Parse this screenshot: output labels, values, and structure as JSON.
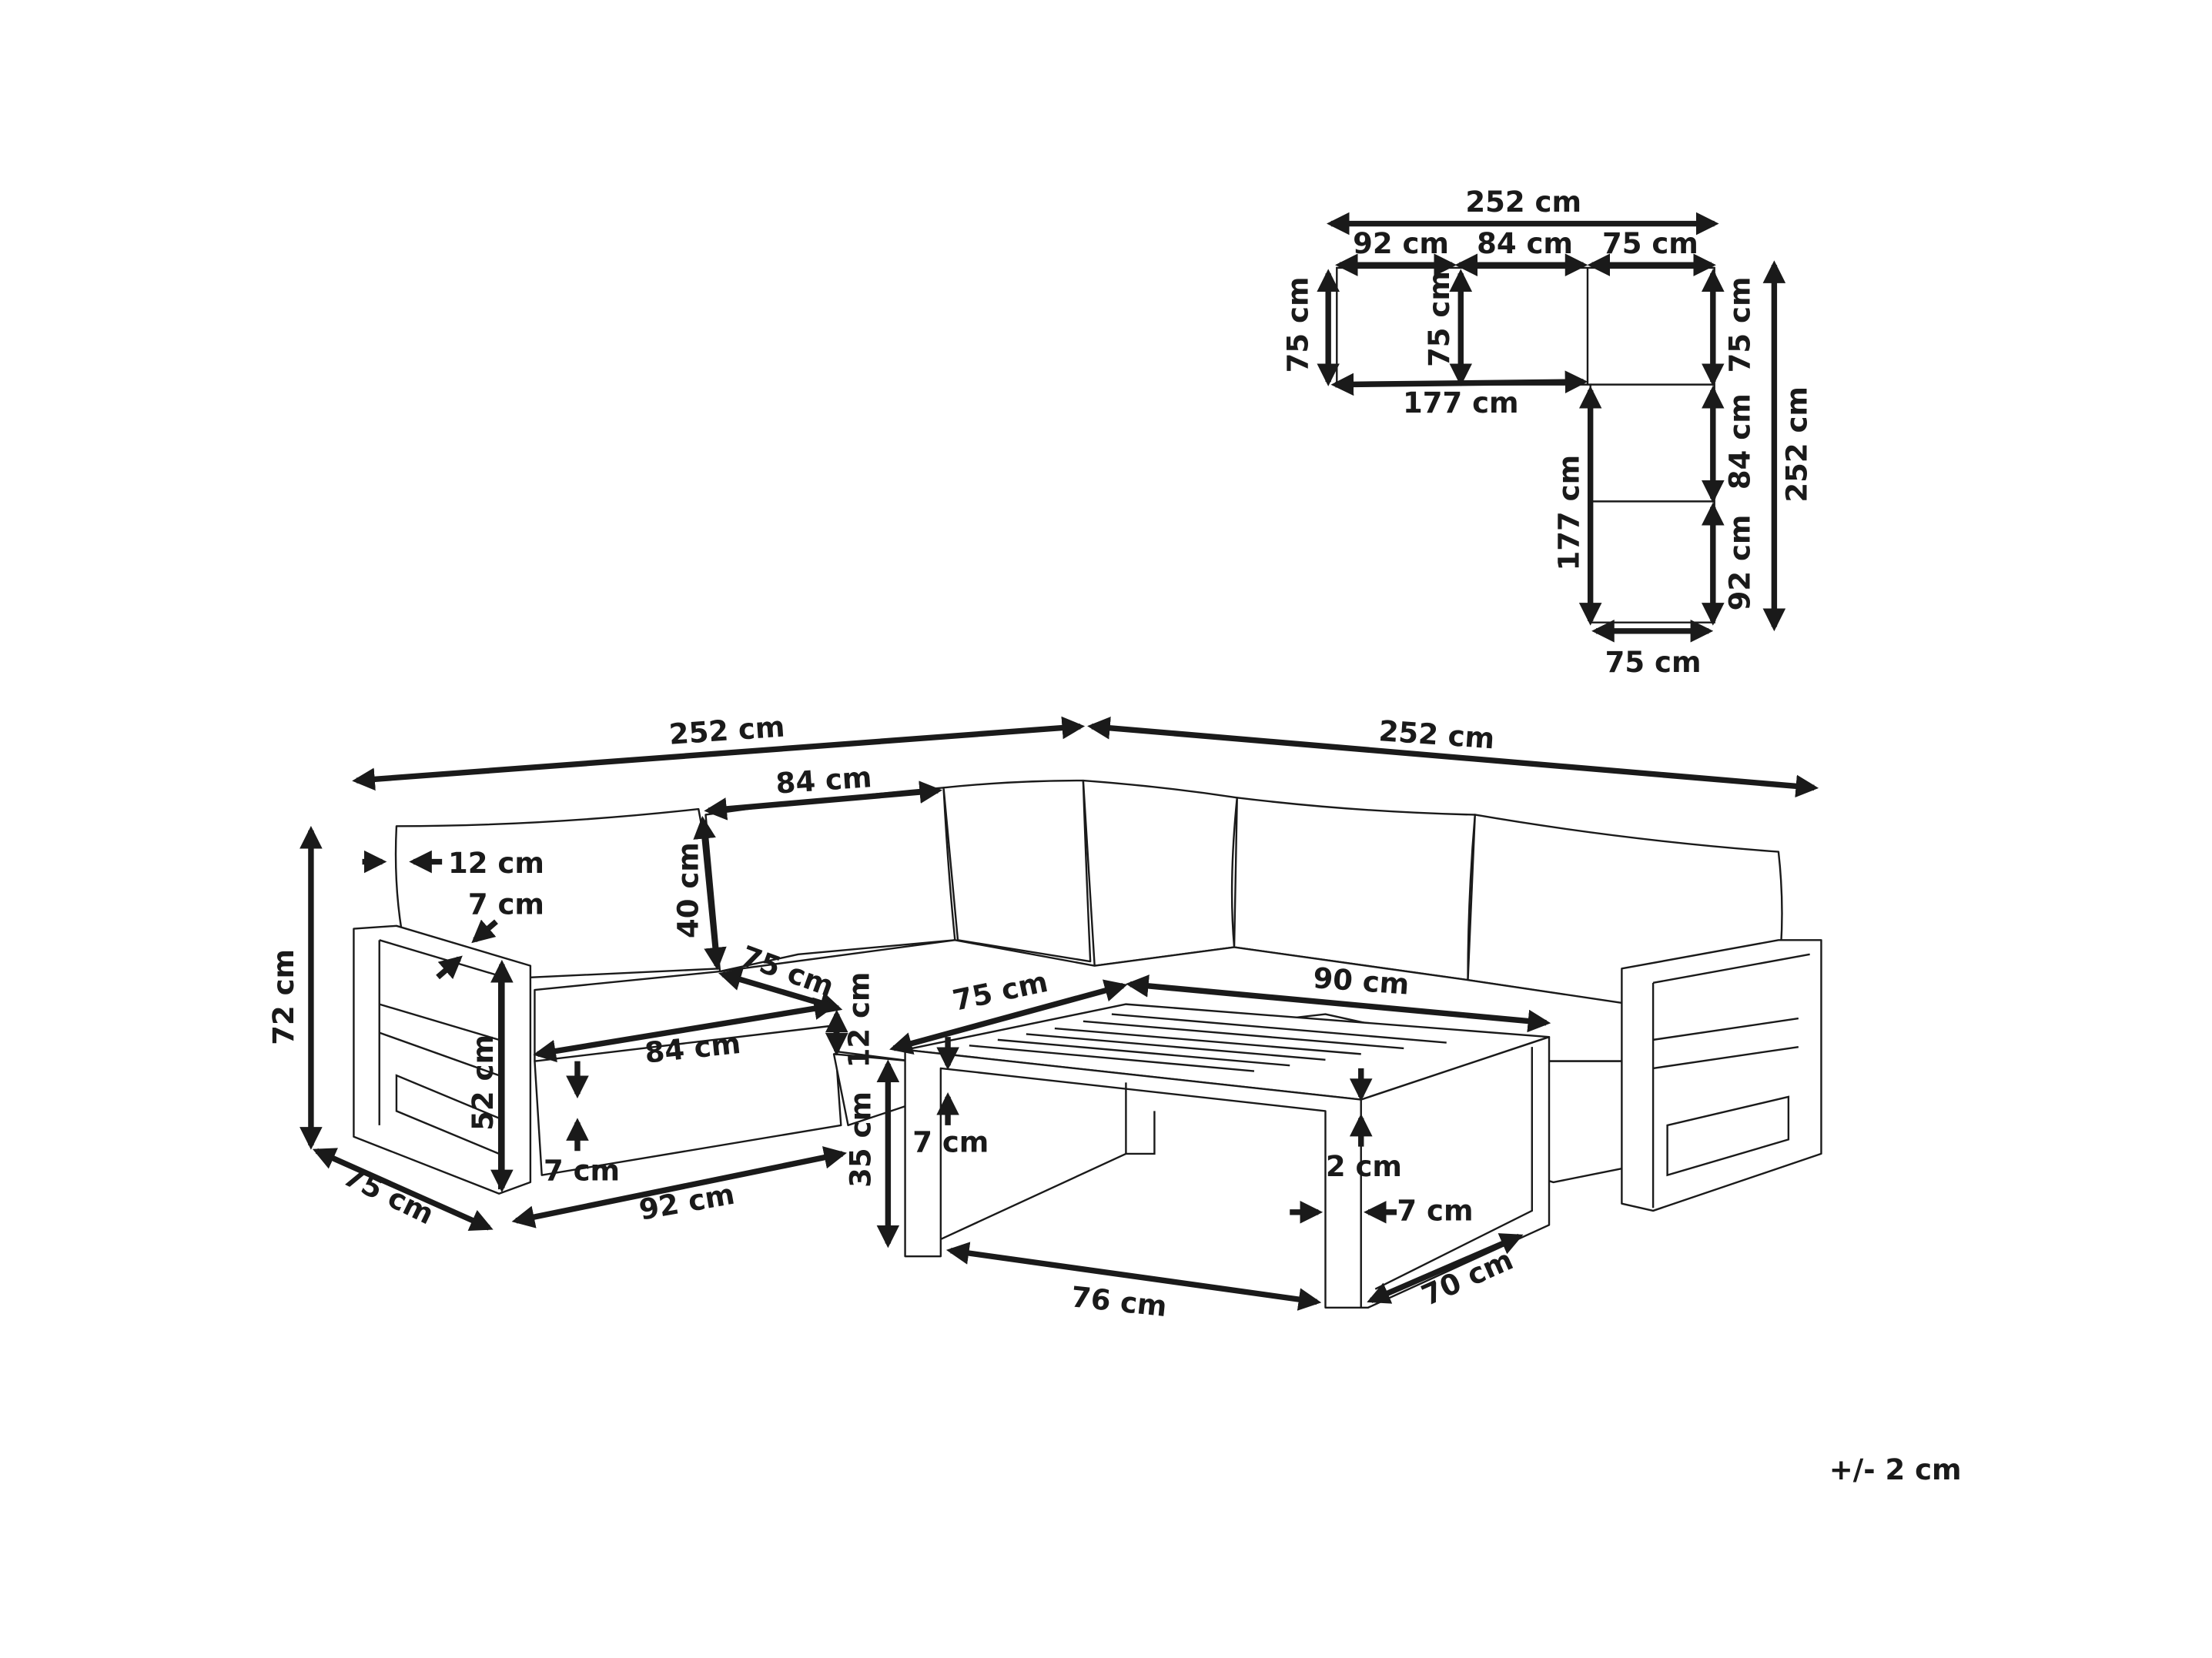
{
  "plan": {
    "total_width": "252 cm",
    "seg_92": "92 cm",
    "seg_84": "84 cm",
    "seg_75": "75 cm",
    "left_depth": "75 cm",
    "inner_depth": "75 cm",
    "inner_length_h": "177 cm",
    "inner_length_v": "177 cm",
    "right_75": "75 cm",
    "right_84": "84 cm",
    "right_92": "92 cm",
    "total_height": "252 cm",
    "bottom_depth": "75 cm"
  },
  "perspective": {
    "total_left": "252 cm",
    "total_right": "252 cm",
    "back_84": "84 cm",
    "arm_12": "12 cm",
    "arm_7": "7 cm",
    "back_height_40": "40 cm",
    "seat_depth_75": "75 cm",
    "height_72": "72 cm",
    "arm_height_52": "52 cm",
    "seat_84": "84 cm",
    "cushion_12": "12 cm",
    "table_75": "75 cm",
    "table_90": "90 cm",
    "base_7": "7 cm",
    "length_92": "92 cm",
    "depth_75": "75 cm",
    "table_height_35": "35 cm",
    "table_leg_7": "7 cm",
    "table_top_2": "2 cm",
    "table_leg_w_7": "7 cm",
    "table_76": "76 cm",
    "table_70": "70 cm"
  },
  "tolerance": "+/- 2 cm"
}
